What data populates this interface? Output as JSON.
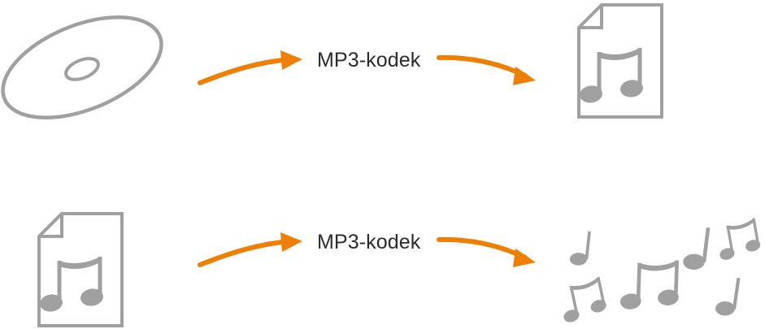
{
  "figure": {
    "title": "MP3 codec encode and decode illustration",
    "background_color": "#ffffff",
    "icon_color": "#a0a0a0",
    "arrow_color": "#ef7f00",
    "label_color": "#2b2b2b"
  },
  "rows": [
    {
      "id": "encode-row",
      "source_icon": "compact-disc-icon",
      "label": "MP3-kodek",
      "target_icon": "mp3-file-icon",
      "left_arrow": "curved-arrow-right",
      "right_arrow": "curved-arrow-right"
    },
    {
      "id": "decode-row",
      "source_icon": "mp3-file-icon",
      "label": "MP3-kodek",
      "target_icon": "scattered-music-notes",
      "left_arrow": "curved-arrow-right",
      "right_arrow": "curved-arrow-right"
    }
  ],
  "labels": {
    "top_codec": "MP3-kodek",
    "bottom_codec": "MP3-kodek"
  },
  "icons": {
    "disc": {
      "name": "compact-disc-icon",
      "description": "tilted ellipse disc with center hole"
    },
    "file_top": {
      "name": "mp3-file-icon",
      "description": "document page with folded corner and beamed eighth notes"
    },
    "file_bottom": {
      "name": "mp3-file-icon",
      "description": "document page with folded corner and beamed eighth notes"
    },
    "notes": {
      "name": "scattered-music-notes",
      "count": 6,
      "description": "six scattered music notes, mix of quarter notes and beamed eighth note pairs"
    }
  }
}
